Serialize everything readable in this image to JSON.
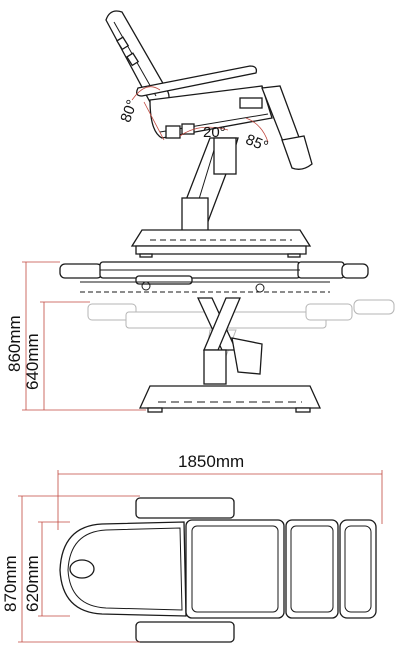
{
  "angles": {
    "backrest": "80°",
    "seat": "20°",
    "legrest": "85°"
  },
  "heights": {
    "max": "860mm",
    "min": "640mm"
  },
  "top_view": {
    "length": "1850mm",
    "width_total": "870mm",
    "width_bed": "620mm"
  },
  "colors": {
    "dimension_line": "#c0483f",
    "outline": "#1a1a1a",
    "ghost": "#b5b5b5"
  }
}
